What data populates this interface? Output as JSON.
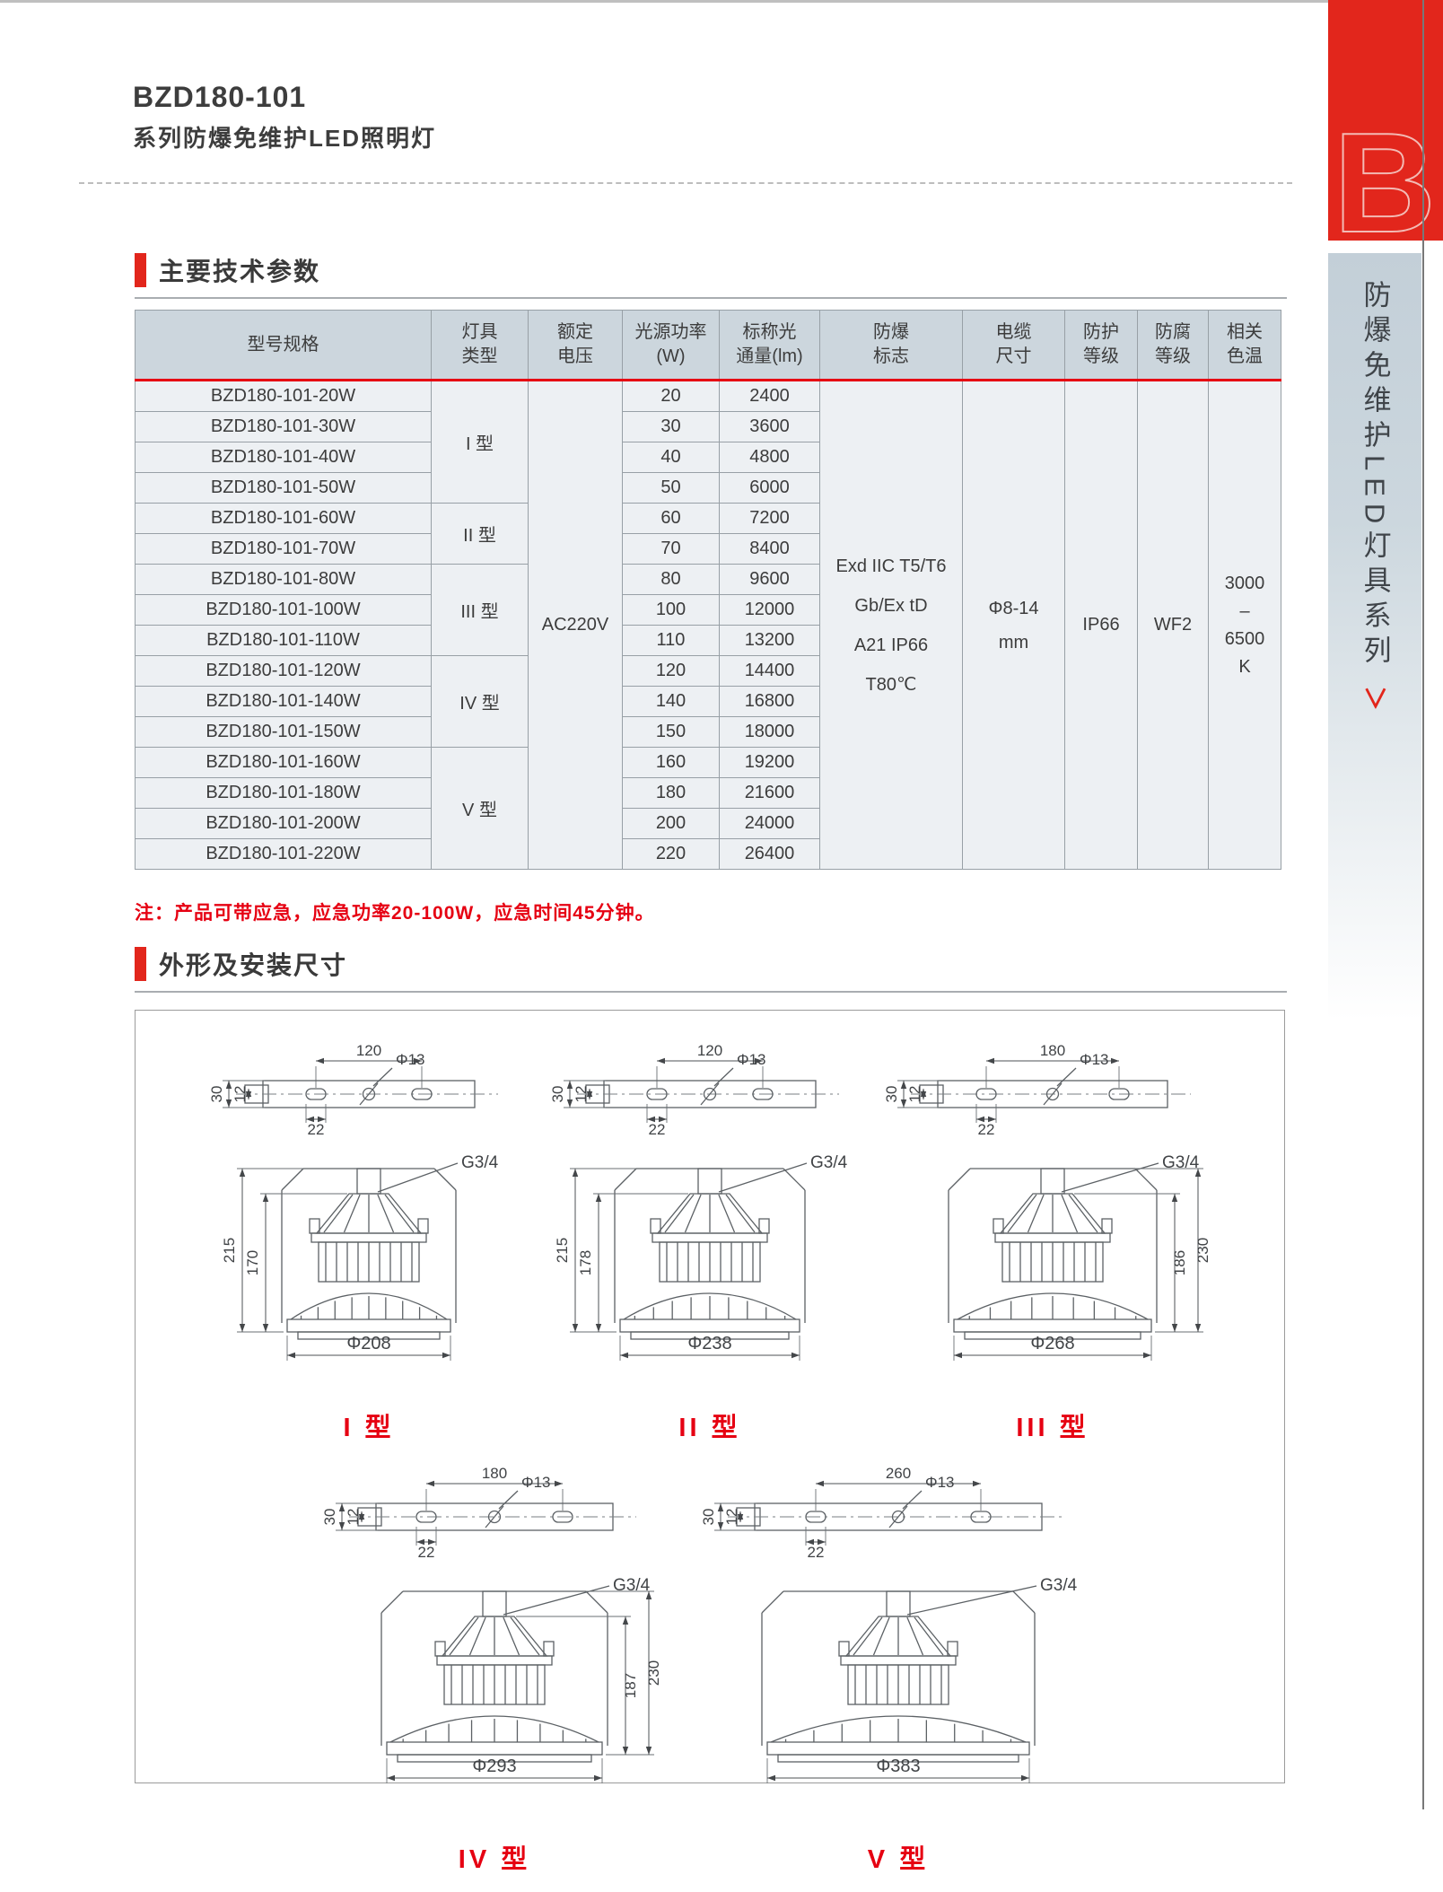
{
  "header": {
    "title": "BZD180-101",
    "subtitle": "系列防爆免维护LED照明灯"
  },
  "sidebar": {
    "letter": "B",
    "vertical_text": "防爆免维护LED灯具系列",
    "arrow": "＞",
    "accent_color": "#e2261c"
  },
  "sections": {
    "params_title": "主要技术参数",
    "dimensions_title": "外形及安装尺寸"
  },
  "table": {
    "headers": [
      "型号规格",
      "灯具\n类型",
      "额定\n电压",
      "光源功率\n(W)",
      "标称光\n通量(lm)",
      "防爆\n标志",
      "电缆\n尺寸",
      "防护\n等级",
      "防腐\n等级",
      "相关\n色温"
    ],
    "type_groups": [
      {
        "label": "I 型",
        "span": 4
      },
      {
        "label": "II 型",
        "span": 2
      },
      {
        "label": "III 型",
        "span": 3
      },
      {
        "label": "IV 型",
        "span": 3
      },
      {
        "label": "V 型",
        "span": 4
      }
    ],
    "voltage": "AC220V",
    "ex_mark": "Exd IIC T5/T6\nGb/Ex tD\nA21 IP66\nT80℃",
    "cable": "Φ8-14\nmm",
    "ip_rating": "IP66",
    "anti_corrosion": "WF2",
    "cct": "3000\n–\n6500\nK",
    "rows": [
      {
        "model": "BZD180-101-20W",
        "power": "20",
        "lumen": "2400"
      },
      {
        "model": "BZD180-101-30W",
        "power": "30",
        "lumen": "3600"
      },
      {
        "model": "BZD180-101-40W",
        "power": "40",
        "lumen": "4800"
      },
      {
        "model": "BZD180-101-50W",
        "power": "50",
        "lumen": "6000"
      },
      {
        "model": "BZD180-101-60W",
        "power": "60",
        "lumen": "7200"
      },
      {
        "model": "BZD180-101-70W",
        "power": "70",
        "lumen": "8400"
      },
      {
        "model": "BZD180-101-80W",
        "power": "80",
        "lumen": "9600"
      },
      {
        "model": "BZD180-101-100W",
        "power": "100",
        "lumen": "12000"
      },
      {
        "model": "BZD180-101-110W",
        "power": "110",
        "lumen": "13200"
      },
      {
        "model": "BZD180-101-120W",
        "power": "120",
        "lumen": "14400"
      },
      {
        "model": "BZD180-101-140W",
        "power": "140",
        "lumen": "16800"
      },
      {
        "model": "BZD180-101-150W",
        "power": "150",
        "lumen": "18000"
      },
      {
        "model": "BZD180-101-160W",
        "power": "160",
        "lumen": "19200"
      },
      {
        "model": "BZD180-101-180W",
        "power": "180",
        "lumen": "21600"
      },
      {
        "model": "BZD180-101-200W",
        "power": "200",
        "lumen": "24000"
      },
      {
        "model": "BZD180-101-220W",
        "power": "220",
        "lumen": "26400"
      }
    ]
  },
  "note": "注：产品可带应急，应急功率20-100W，应急时间45分钟。",
  "drawings": [
    {
      "caption": "I 型",
      "bracket": {
        "width": "120",
        "hole": "Φ13",
        "height": "30",
        "tab": "12",
        "slot": "22"
      },
      "lamp": {
        "thread": "G3/4",
        "dia": "Φ208",
        "outer": "215",
        "inner": "170"
      }
    },
    {
      "caption": "II 型",
      "bracket": {
        "width": "120",
        "hole": "Φ13",
        "height": "30",
        "tab": "12",
        "slot": "22"
      },
      "lamp": {
        "thread": "G3/4",
        "dia": "Φ238",
        "outer": "215",
        "inner": "178"
      }
    },
    {
      "caption": "III 型",
      "bracket": {
        "width": "180",
        "hole": "Φ13",
        "height": "30",
        "tab": "12",
        "slot": "22"
      },
      "lamp": {
        "thread": "G3/4",
        "dia": "Φ268",
        "outer": "230",
        "inner": "186"
      }
    },
    {
      "caption": "IV 型",
      "bracket": {
        "width": "180",
        "hole": "Φ13",
        "height": "30",
        "tab": "12",
        "slot": "22"
      },
      "lamp": {
        "thread": "G3/4",
        "dia": "Φ293",
        "outer": "230",
        "inner": "187"
      }
    },
    {
      "caption": "V 型",
      "bracket": {
        "width": "260",
        "hole": "Φ13",
        "height": "30",
        "tab": "12",
        "slot": "22"
      },
      "lamp": {
        "thread": "G3/4",
        "dia": "Φ383"
      }
    }
  ]
}
